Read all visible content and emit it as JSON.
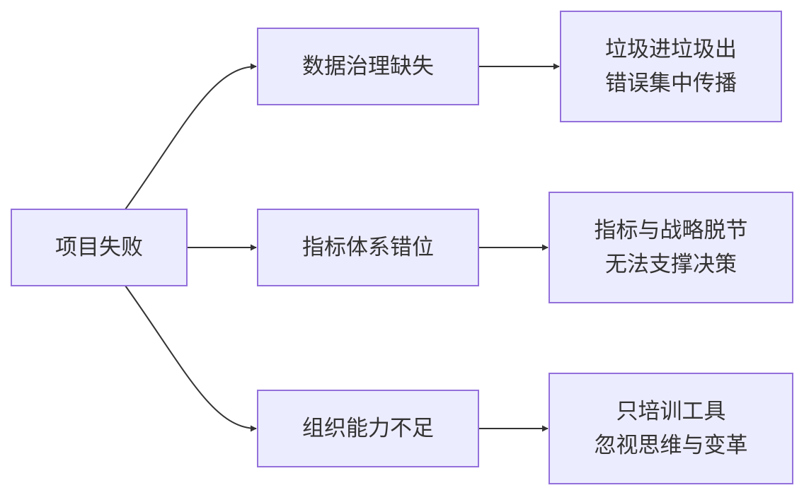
{
  "colors": {
    "node_fill": "#ececff",
    "node_border": "#9370db",
    "edge": "#333333",
    "text": "#333333"
  },
  "nodes": {
    "root": {
      "lines": [
        "项目失败"
      ]
    },
    "cause_data": {
      "lines": [
        "数据治理缺失"
      ]
    },
    "cause_metrics": {
      "lines": [
        "指标体系错位"
      ]
    },
    "cause_org": {
      "lines": [
        "组织能力不足"
      ]
    },
    "effect_data": {
      "lines": [
        "垃圾进垃圾出",
        "错误集中传播"
      ]
    },
    "effect_metrics": {
      "lines": [
        "指标与战略脱节",
        "无法支撑决策"
      ]
    },
    "effect_org": {
      "lines": [
        "只培训工具",
        "忽视思维与变革"
      ]
    }
  },
  "edges": [
    {
      "from": "root",
      "to": "cause_data"
    },
    {
      "from": "root",
      "to": "cause_metrics"
    },
    {
      "from": "root",
      "to": "cause_org"
    },
    {
      "from": "cause_data",
      "to": "effect_data"
    },
    {
      "from": "cause_metrics",
      "to": "effect_metrics"
    },
    {
      "from": "cause_org",
      "to": "effect_org"
    }
  ]
}
